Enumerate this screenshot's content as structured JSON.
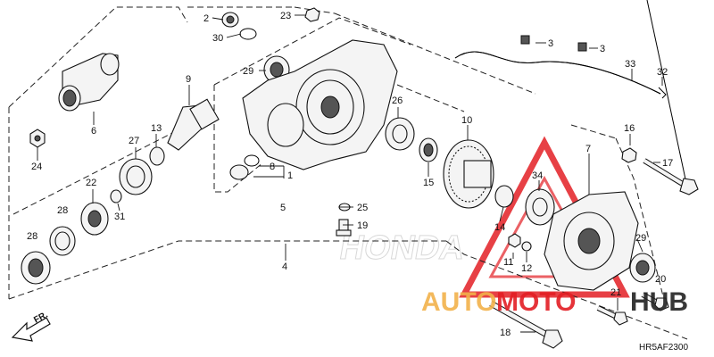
{
  "diagram_code": "HR5AF2300",
  "front_label": "FR.",
  "watermark": {
    "text_auto": "AUTO",
    "text_moto": "MOTO",
    "text_hub": "HUB",
    "color_auto": "#f2b24b",
    "color_moto": "#e31e24",
    "color_hub": "#222222",
    "background_brand": "HONDA"
  },
  "callouts": {
    "n1": "1",
    "n2": "2",
    "n3a": "3",
    "n3b": "3",
    "n4": "4",
    "n5": "5",
    "n6": "6",
    "n7": "7",
    "n8": "8",
    "n9": "9",
    "n10": "10",
    "n11": "11",
    "n12": "12",
    "n13": "13",
    "n14": "14",
    "n15": "15",
    "n16": "16",
    "n17": "17",
    "n18": "18",
    "n19": "19",
    "n20": "20",
    "n21": "21",
    "n22": "22",
    "n23": "23",
    "n24": "24",
    "n25": "25",
    "n26": "26",
    "n27": "27",
    "n28": "28",
    "n29a": "29",
    "n29b": "29",
    "n30": "30",
    "n31": "31",
    "n32": "32",
    "n33": "33",
    "n34": "34"
  }
}
